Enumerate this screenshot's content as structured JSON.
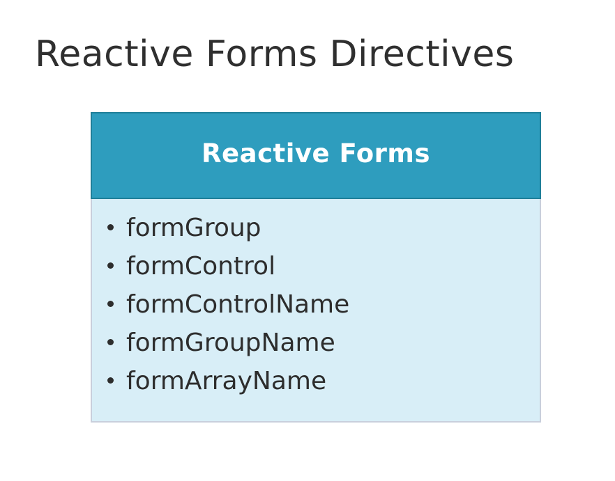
{
  "slide": {
    "title": "Reactive Forms Directives"
  },
  "card": {
    "header": "Reactive Forms",
    "items": [
      "formGroup",
      "formControl",
      "formControlName",
      "formGroupName",
      "formArrayName"
    ]
  },
  "colors": {
    "header_background": "#2e9dbe",
    "header_border": "#1f7f99",
    "body_background": "#d8eef7",
    "body_border": "#c9cfdc",
    "text": "#2d2d2d"
  }
}
